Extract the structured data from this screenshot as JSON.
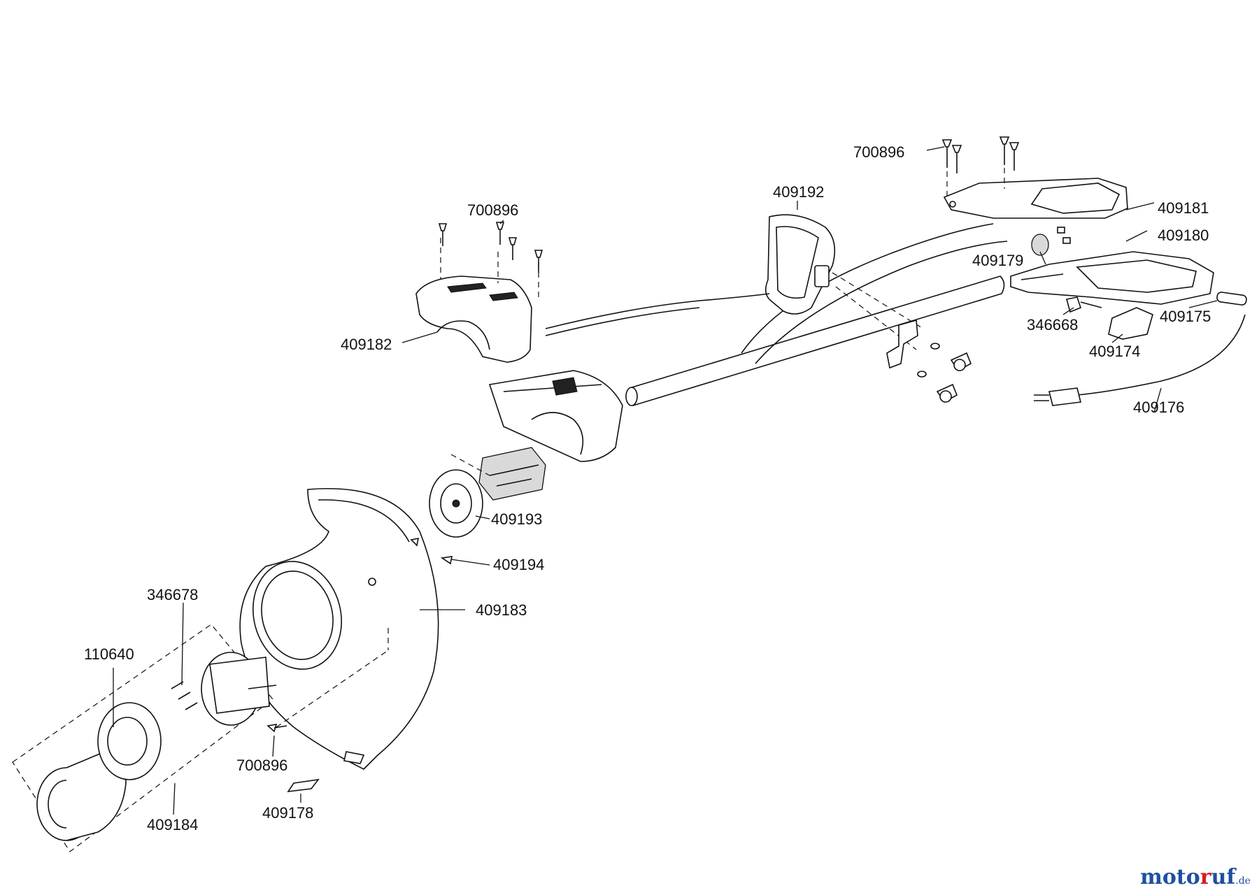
{
  "parts": {
    "p700896_top": "700896",
    "p409192": "409192",
    "p409181": "409181",
    "p409180": "409180",
    "p700896_upper": "700896",
    "p409179": "409179",
    "p409175": "409175",
    "p346668": "346668",
    "p409174": "409174",
    "p409182": "409182",
    "p409176": "409176",
    "p409193": "409193",
    "p409194": "409194",
    "p409183": "409183",
    "p346678": "346678",
    "p110640": "110640",
    "p700896_lower": "700896",
    "p409184": "409184",
    "p409178": "409178"
  },
  "watermark": {
    "part1": "moto",
    "part2": "r",
    "part3": "uf",
    "tld": ".de"
  }
}
